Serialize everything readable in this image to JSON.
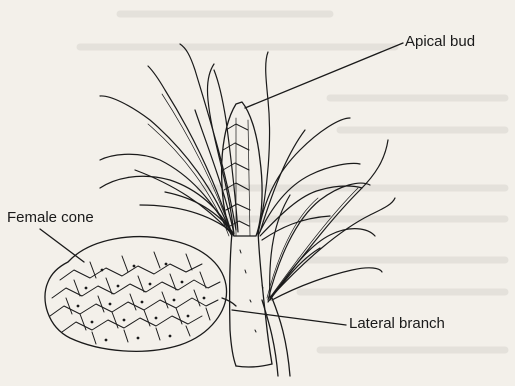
{
  "labels": {
    "apical_bud": "Apical bud",
    "female_cone": "Female cone",
    "lateral_branch": "Lateral branch"
  },
  "colors": {
    "ink": "#1a1a1a",
    "paper": "#f3f0ea",
    "bleed_through": "#d6d3cd"
  }
}
